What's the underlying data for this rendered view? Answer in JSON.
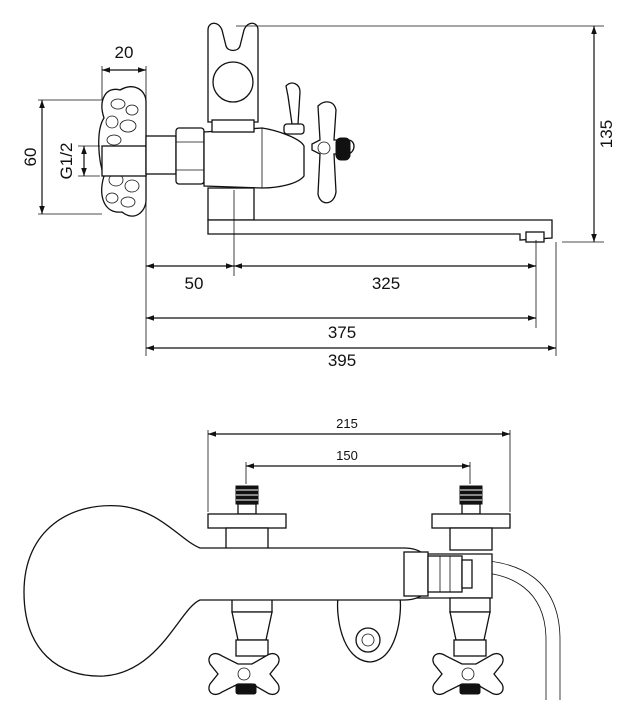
{
  "drawing": {
    "dims_side": {
      "flange_width": "20",
      "flange_height": "60",
      "thread": "G1/2",
      "height": "135",
      "to_body": "50",
      "spout_reach": "325",
      "spout_total": "375",
      "overall": "395"
    },
    "dims_front": {
      "outer_width": "215",
      "center_distance": "150"
    }
  }
}
